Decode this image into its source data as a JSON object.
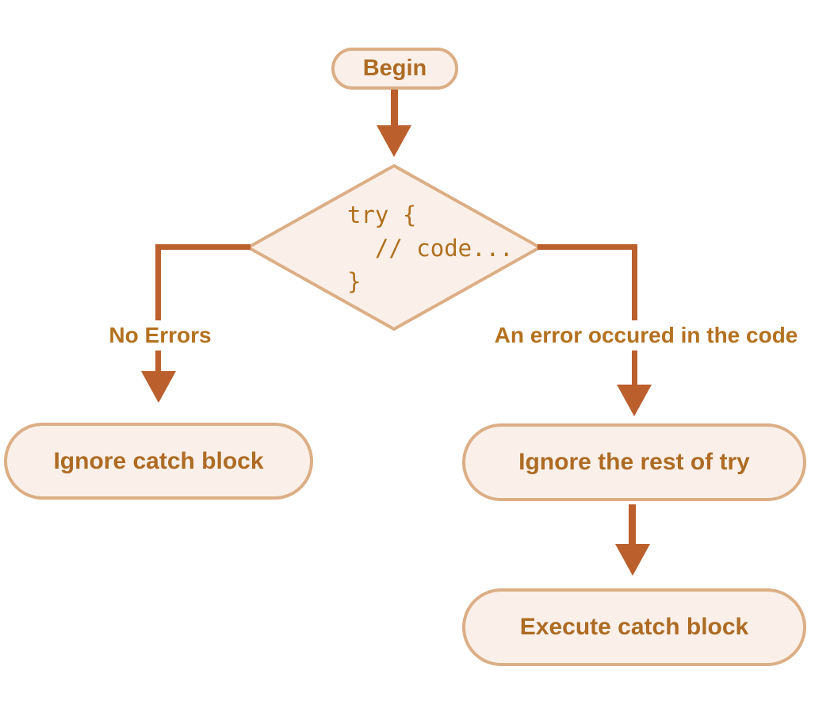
{
  "flowchart": {
    "nodes": {
      "begin": {
        "label": "Begin"
      },
      "try_decision": {
        "code": "try {\n  // code...\n}"
      },
      "ignore_catch": {
        "label": "Ignore catch block"
      },
      "ignore_rest_of_try": {
        "label": "Ignore the rest of try"
      },
      "execute_catch": {
        "label": "Execute catch block"
      }
    },
    "edge_labels": {
      "no_errors": "No Errors",
      "error_occurred": "An error occured in the code"
    },
    "colors": {
      "background": "#ffffff",
      "node_fill": "#faf0e9",
      "node_border": "#dcae85",
      "node_text": "#ad6b24",
      "code_text": "#b0701f",
      "connector": "#bb5f2d",
      "edge_label_text": "#b4711f"
    }
  }
}
